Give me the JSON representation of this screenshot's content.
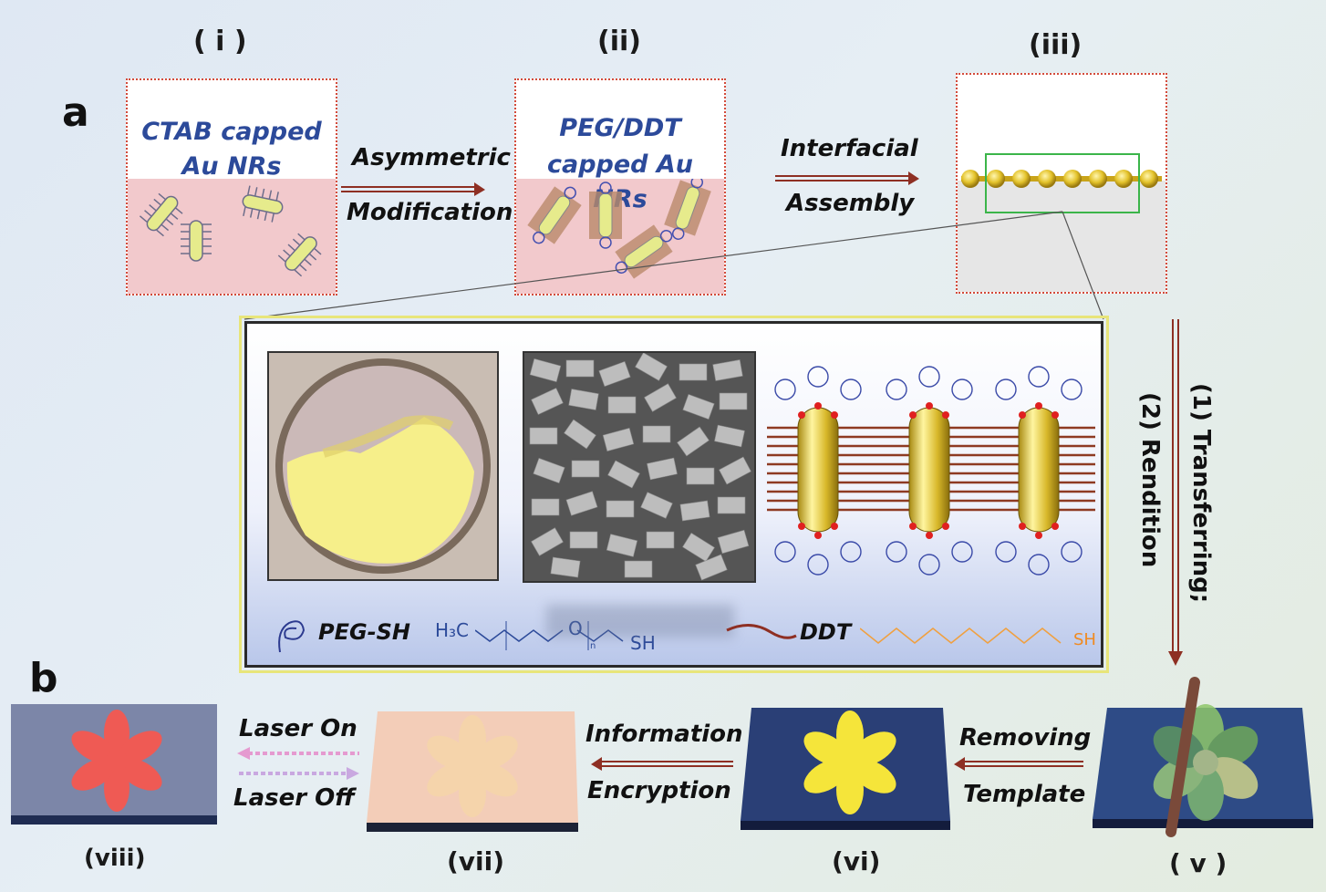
{
  "panel_labels": {
    "a": "a",
    "b": "b"
  },
  "steps_top": {
    "i": "( i )",
    "ii": "(ii)",
    "iii": "(iii)"
  },
  "box_i": {
    "line1": "CTAB capped",
    "line2": "Au NRs"
  },
  "box_ii": {
    "line1": "PEG/DDT",
    "line2": "capped Au NRs"
  },
  "arrow_1": {
    "top": "Asymmetric",
    "bottom": "Modification"
  },
  "arrow_2": {
    "top": "Interfacial",
    "bottom": "Assembly"
  },
  "vertical_arrow": {
    "line1": "(1)  Transferring;",
    "line2": "(2) Rendition"
  },
  "legend": {
    "peg_label": "PEG-SH",
    "peg_formula_left": "H₃C",
    "peg_formula_o": "O",
    "peg_formula_n": "n",
    "peg_formula_sh": "SH",
    "ddt_label": "DDT",
    "ddt_sh": "SH"
  },
  "steps_bottom": {
    "v": "( v )",
    "vi": "(vi)",
    "vii": "(vii)",
    "viii": "(viii)"
  },
  "arrow_3": {
    "top": "Removing",
    "bottom": "Template"
  },
  "arrow_4": {
    "top": "Information",
    "bottom": "Encryption"
  },
  "arrow_5": {
    "top": "Laser On",
    "bottom": "Laser Off"
  },
  "colors": {
    "box_border": "#d24a3a",
    "pink_water": "#f2c9cc",
    "blue_text": "#2c4a9a",
    "arrow": "#8e2f23",
    "gold": "#e9d24a",
    "navy_substrate": "#2a3f76",
    "petal_yellow": "#f5e53a",
    "petal_red": "#ef5a54",
    "peach_substrate": "#f3cdb8"
  }
}
